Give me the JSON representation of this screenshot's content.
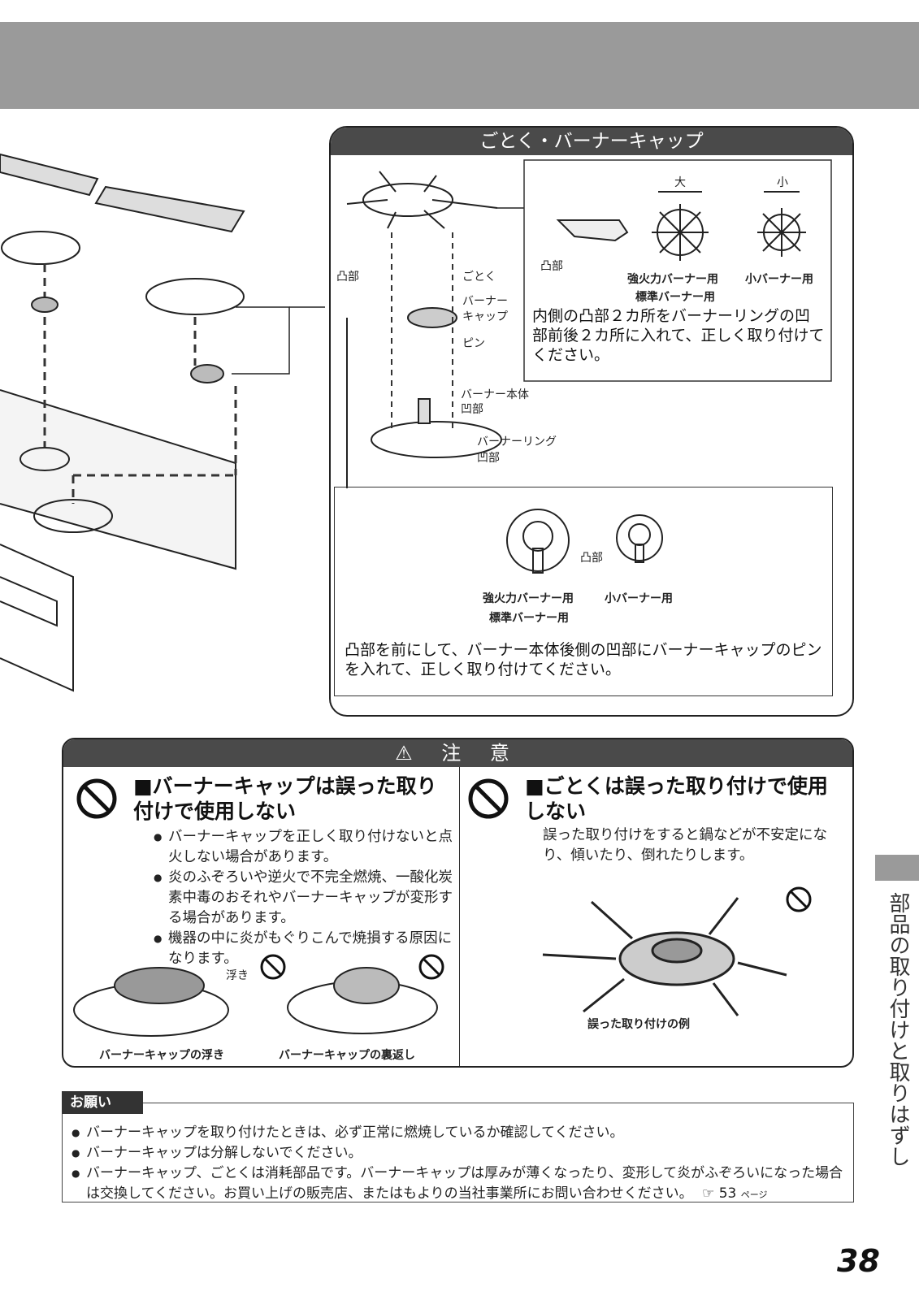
{
  "panel": {
    "title": "ごとく・バーナーキャップ",
    "labels": {
      "totsubu": "凸部",
      "gotoku": "ごとく",
      "burner_cap_1": "バーナー",
      "burner_cap_2": "キャップ",
      "pin": "ピン",
      "burner_body_1": "バーナー本体",
      "burner_body_2": "凹部",
      "burner_ring_1": "バーナーリング",
      "burner_ring_2": "凹部",
      "dai": "大",
      "sho": "小",
      "totsubu_inset": "凸部",
      "high_burner": "強火力バーナー用",
      "std_burner": "標準バーナー用",
      "small_burner": "小バーナー用"
    },
    "inset_text": "内側の凸部２カ所をバーナーリングの凹部前後２カ所に入れて、正しく取り付けてください。",
    "lower": {
      "totsubu": "凸部",
      "high_burner": "強火力バーナー用",
      "small_burner": "小バーナー用",
      "std_burner": "標準バーナー用",
      "text": "凸部を前にして、バーナー本体後側の凹部にバーナーキャップのピンを入れて、正しく取り付けてください。"
    }
  },
  "caution": {
    "title": "⚠ 注 意",
    "left": {
      "heading": "■バーナーキャップは誤った取り付けで使用しない",
      "bullets": [
        "バーナーキャップを正しく取り付けないと点火しない場合があります。",
        "炎のふぞろいや逆火で不完全燃焼、一酸化炭素中毒のおそれやバーナーキャップが変形する場合があります。",
        "機器の中に炎がもぐりこんで焼損する原因になります。"
      ],
      "uki_label": "浮き",
      "caption1": "バーナーキャップの浮き",
      "caption2": "バーナーキャップの裏返し"
    },
    "right": {
      "heading": "■ごとくは誤った取り付けで使用しない",
      "text": "誤った取り付けをすると鍋などが不安定になり、傾いたり、倒れたりします。",
      "caption": "誤った取り付けの例"
    }
  },
  "request": {
    "tab": "お願い",
    "items": [
      "バーナーキャップを取り付けたときは、必ず正常に燃焼しているか確認してください。",
      "バーナーキャップは分解しないでください。",
      "バーナーキャップ、ごとくは消耗部品です。バーナーキャップは厚みが薄くなったり、変形して炎がふぞろいになった場合は交換してください。お買い上げの販売店、またはもよりの当社事業所にお問い合わせください。"
    ],
    "ref_icon": "pointing-hand-icon",
    "ref_page": "53",
    "ref_unit": "ページ"
  },
  "side": {
    "section": "部品の取り付けと取りはずし"
  },
  "page_number": "38"
}
